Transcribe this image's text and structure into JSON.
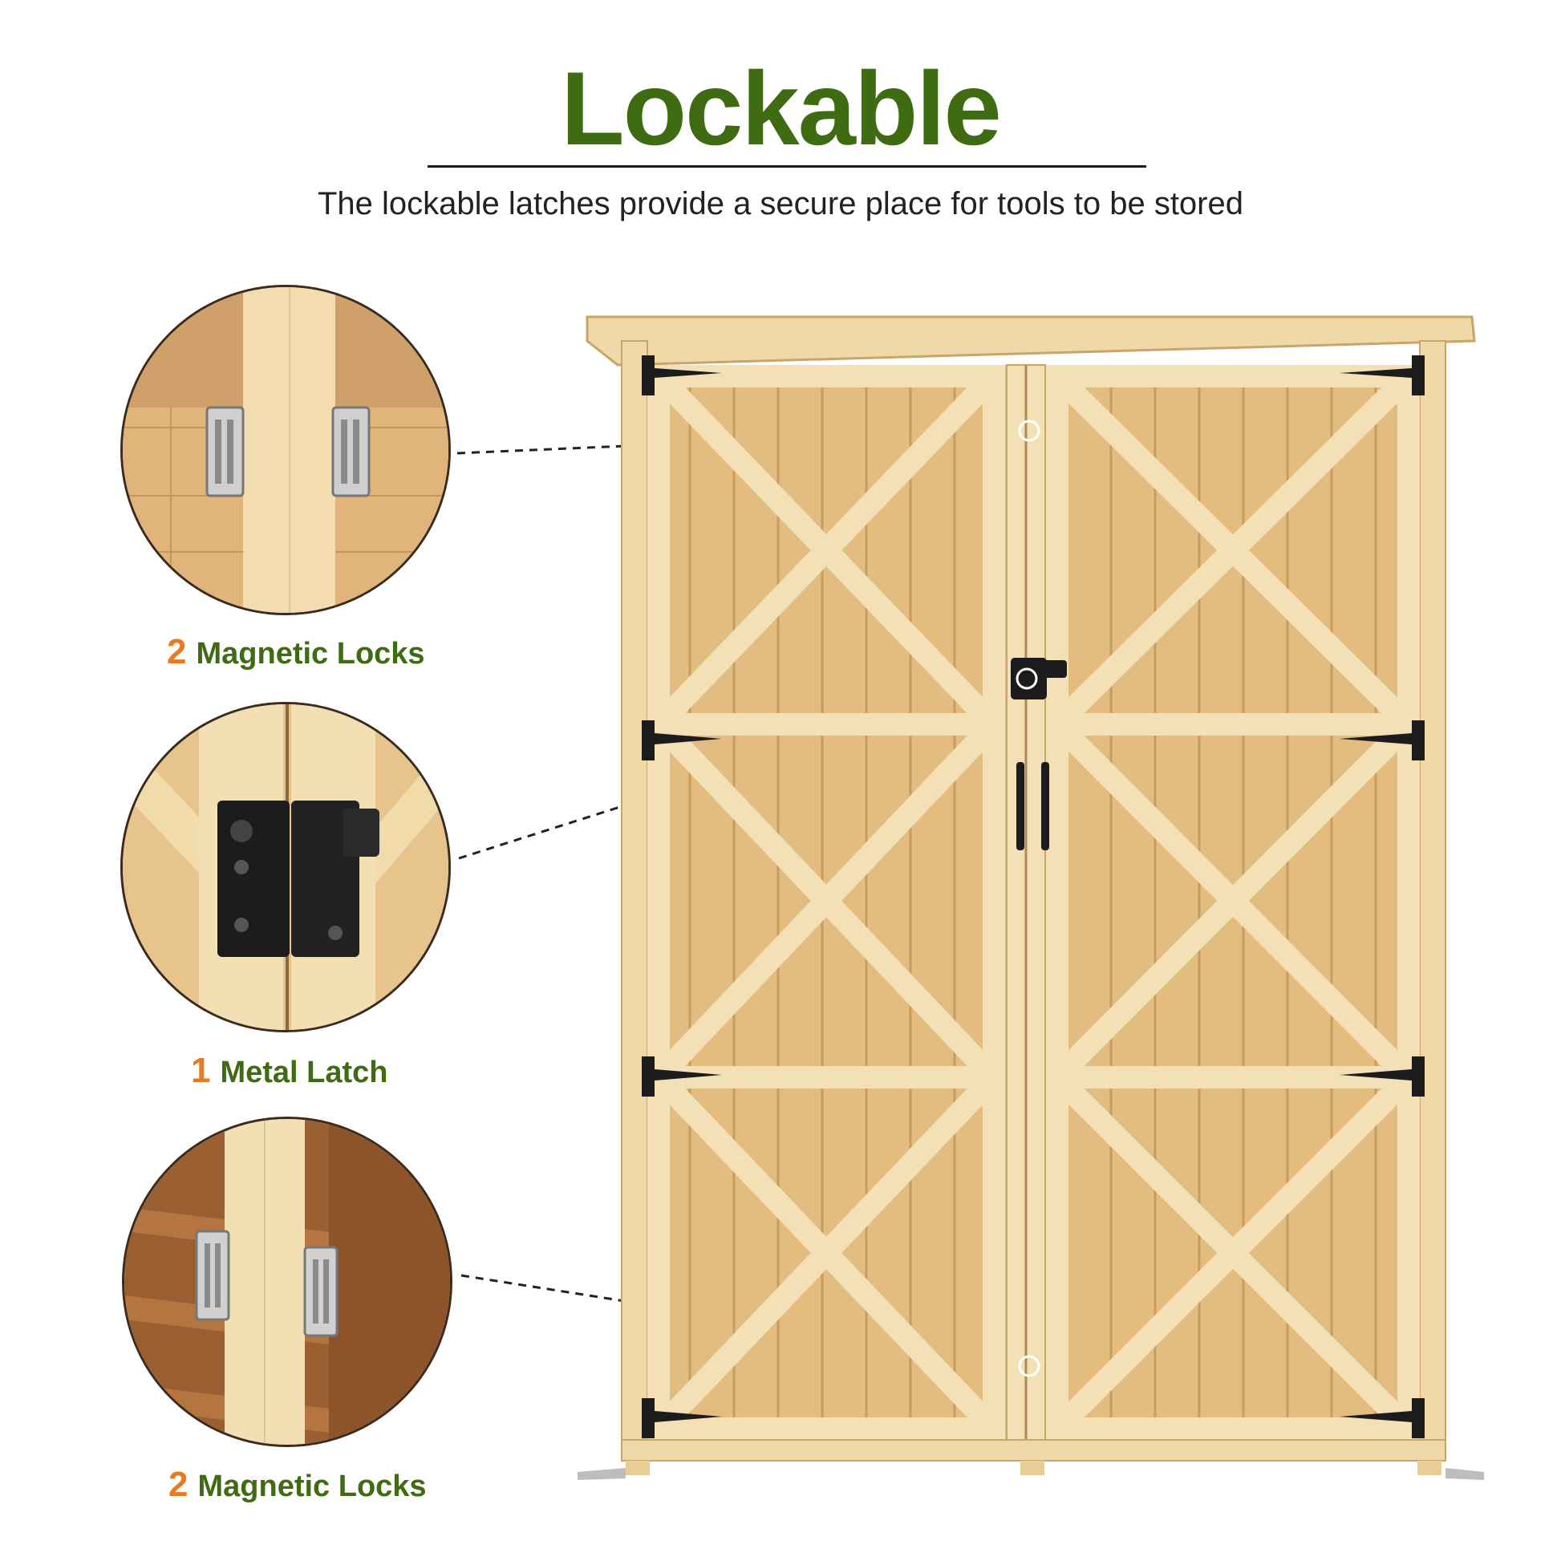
{
  "header": {
    "title": "Lockable",
    "subtitle": "The lockable latches provide a secure place for tools to be stored"
  },
  "callouts": [
    {
      "count": "2",
      "label": "Magnetic Locks"
    },
    {
      "count": "1",
      "label": "Metal Latch"
    },
    {
      "count": "2",
      "label": "Magnetic Locks"
    }
  ],
  "colors": {
    "title_green": "#3f6b12",
    "label_green": "#3f6b12",
    "count_orange": "#ea7a22",
    "wood_light": "#f0d9a8",
    "wood_plank": "#e3bd80",
    "hardware": "#1c1c1c"
  }
}
